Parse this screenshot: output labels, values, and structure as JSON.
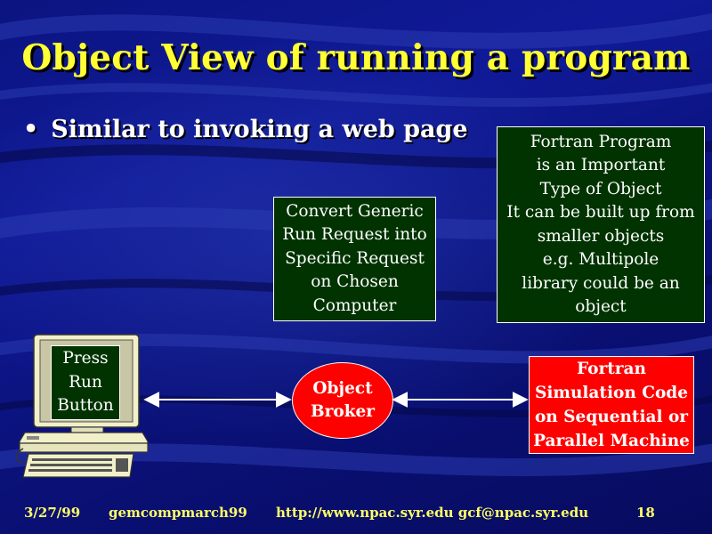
{
  "slide": {
    "title": "Object View of running a program",
    "bullet": "Similar to invoking a web page"
  },
  "boxes": {
    "convert": [
      "Convert Generic",
      "Run Request into",
      "Specific Request",
      "on Chosen",
      "Computer"
    ],
    "fortran_program": [
      "Fortran Program",
      "is an Important",
      "Type of Object",
      "It can be built up from",
      "smaller objects",
      "e.g. Multipole",
      "library could be an",
      "object"
    ],
    "simulation": [
      "Fortran",
      "Simulation Code",
      "on Sequential or",
      "Parallel Machine"
    ],
    "broker": [
      "Object",
      "Broker"
    ],
    "press_run": [
      "Press",
      "Run",
      "Button"
    ]
  },
  "footer": {
    "date": "3/27/99",
    "file": "gemcompmarch99",
    "contact": "http://www.npac.syr.edu gcf@npac.syr.edu",
    "page": "18"
  },
  "colors": {
    "background": "#0a0e7a",
    "title": "#ffff33",
    "box_green": "#003300",
    "box_red": "#ff0000",
    "footer": "#ffff66"
  },
  "icons": [
    "desktop-computer-icon",
    "double-arrow-icon"
  ]
}
